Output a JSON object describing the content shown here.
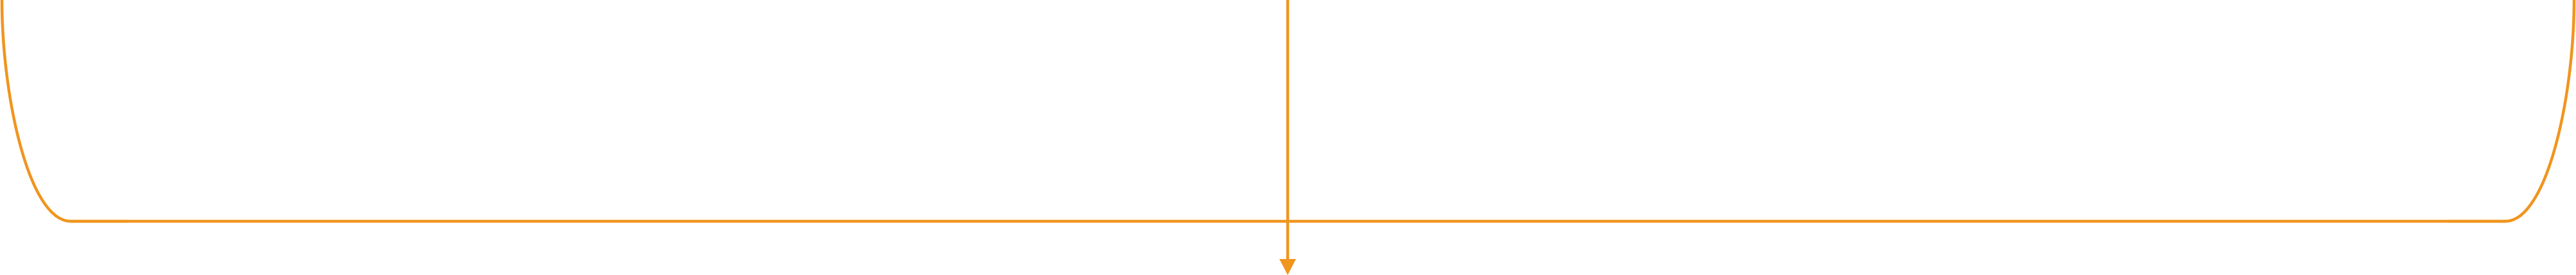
{
  "diagram": {
    "kind": "connector-bracket",
    "stroke_color": "#F0951E",
    "background": "#FFFFFF",
    "elements": [
      "left-bracket-curve",
      "horizontal-bar",
      "right-bracket-curve",
      "center-vertical-line",
      "down-arrowhead"
    ]
  }
}
